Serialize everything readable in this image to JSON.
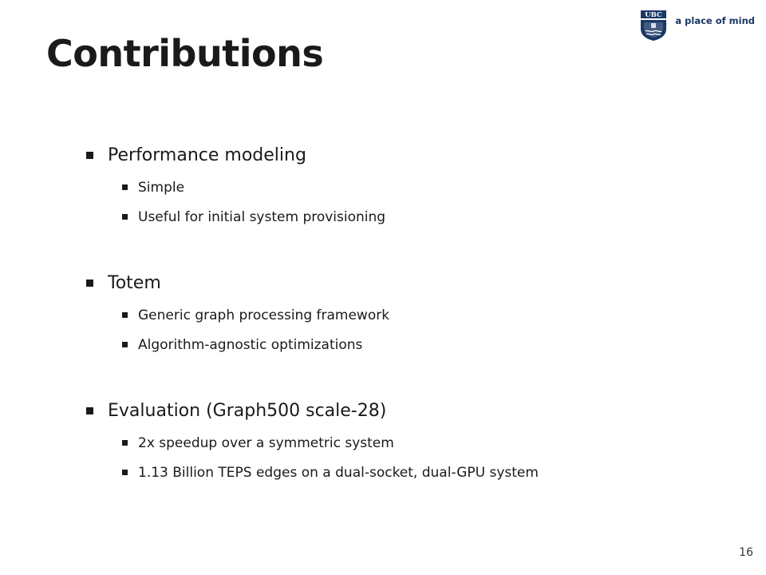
{
  "slide": {
    "title": "Contributions",
    "page_number": "16"
  },
  "branding": {
    "logo_text": "UBC",
    "tagline": "a place of mind",
    "color": "#1a3866"
  },
  "sections": [
    {
      "heading": "Performance modeling",
      "items": [
        "Simple",
        "Useful for initial system provisioning"
      ]
    },
    {
      "heading": "Totem",
      "items": [
        "Generic graph processing framework",
        "Algorithm-agnostic optimizations"
      ]
    },
    {
      "heading": "Evaluation (Graph500 scale-28)",
      "items": [
        "2x speedup over a symmetric system",
        "1.13 Billion TEPS edges on a dual-socket, dual-GPU system"
      ]
    }
  ]
}
